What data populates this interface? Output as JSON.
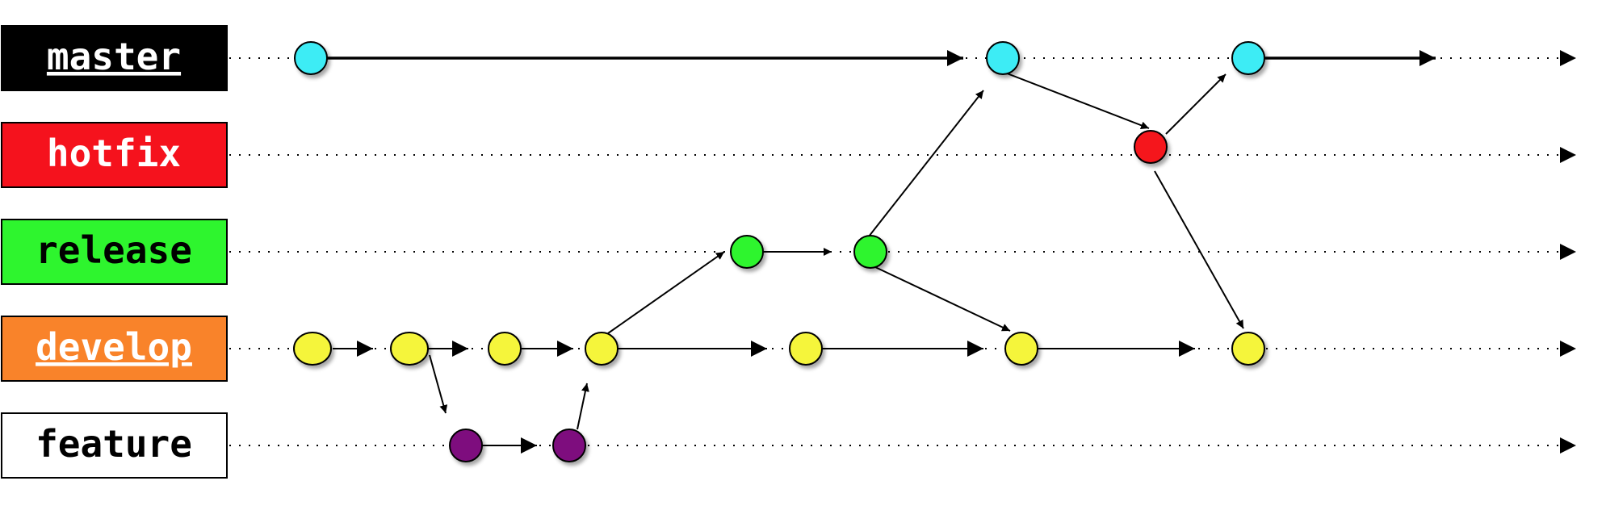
{
  "branches": [
    {
      "id": "master",
      "label": "master",
      "label_bg": "#000000",
      "label_fg": "#ffffff",
      "underline": true,
      "commit_color": "#3cecf5"
    },
    {
      "id": "hotfix",
      "label": "hotfix",
      "label_bg": "#f5121d",
      "label_fg": "#ffffff",
      "underline": false,
      "commit_color": "#f5121d"
    },
    {
      "id": "release",
      "label": "release",
      "label_bg": "#2ef52e",
      "label_fg": "#000000",
      "underline": false,
      "commit_color": "#2ef52e"
    },
    {
      "id": "develop",
      "label": "develop",
      "label_bg": "#f9832a",
      "label_fg": "#ffffff",
      "underline": true,
      "commit_color": "#f5f53a"
    },
    {
      "id": "feature",
      "label": "feature",
      "label_bg": "#ffffff",
      "label_fg": "#000000",
      "underline": false,
      "commit_color": "#7e0f7e"
    }
  ],
  "commit_count": 15,
  "edge_count": 17
}
